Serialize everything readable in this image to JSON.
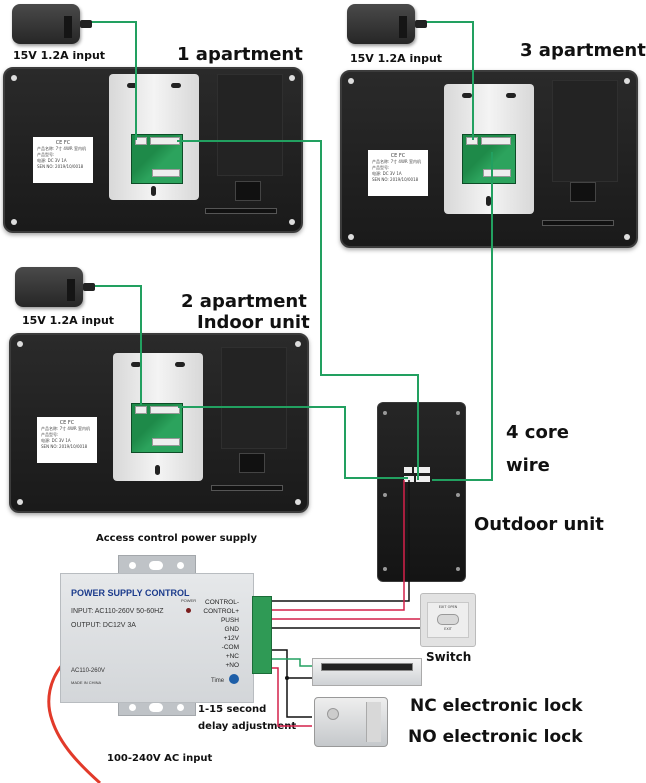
{
  "labels": {
    "apt1": "1 apartment",
    "apt3": "3 apartment",
    "apt2_line1": "2 apartment",
    "apt2_line2": "Indoor unit",
    "adapter1": "15V 1.2A input",
    "adapter2": "15V 1.2A input",
    "adapter3": "15V 1.2A input",
    "core_wire_1": "4 core",
    "core_wire_2": "wire",
    "outdoor": "Outdoor unit",
    "access_psu": "Access control power supply",
    "switch": "Switch",
    "nc_lock": "NC electronic lock",
    "no_lock": "NO electronic lock",
    "delay_1": "1-15 second",
    "delay_2": "delay adjustment",
    "ac_input": "100-240V AC input"
  },
  "psu": {
    "title": "POWER SUPPLY CONTROL",
    "input": "INPUT: AC110-260V 50-60HZ",
    "output": "OUTPUT: DC12V  3A",
    "voltage": "AC110-260V",
    "made_in": "MADE IN CHINA",
    "power_led": "POWER",
    "time": "Time",
    "terminals": [
      "CONTROL-",
      "CONTROL+",
      "PUSH",
      "GND",
      "+12V",
      "-COM",
      "+NC",
      "+NO"
    ]
  },
  "sticker": {
    "certs": "CE FC",
    "line1": "产品名称: 7寸 4WR 室内机",
    "line2": "产品型号:",
    "line3": "电源:   DC 3V   1A",
    "line4": "SEN NO: 2019/10/0018"
  },
  "exit_switch": {
    "top": "EXIT OPEN",
    "bottom": "EXIT"
  },
  "colors": {
    "signal_wire": "#22a060",
    "power_wire_red": "#d4204a",
    "power_wire_black": "#111111",
    "ac_cable": "#e23a2a"
  }
}
